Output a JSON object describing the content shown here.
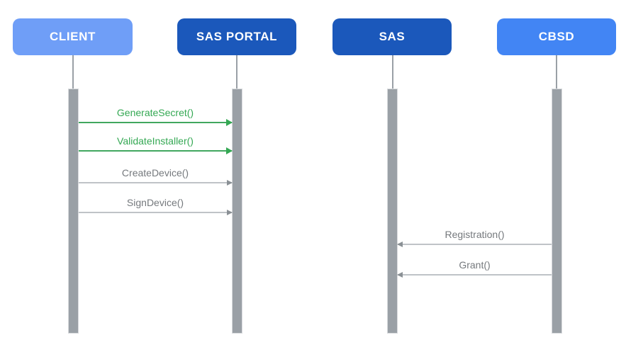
{
  "diagram": {
    "type": "sequence-diagram",
    "background_color": "#ffffff",
    "actors": [
      {
        "label": "CLIENT",
        "color": "#6f9ef7",
        "text_color": "#ffffff"
      },
      {
        "label": "SAS PORTAL",
        "color": "#1b58bb",
        "text_color": "#ffffff"
      },
      {
        "label": "SAS",
        "color": "#1b58bb",
        "text_color": "#ffffff"
      },
      {
        "label": "CBSD",
        "color": "#4285f4",
        "text_color": "#ffffff"
      }
    ],
    "lifeline_color": "#9aa0a6",
    "activation_bar_color": "#9aa0a6",
    "messages": [
      {
        "label": "GenerateSecret()",
        "from": "CLIENT",
        "to": "SAS PORTAL",
        "direction": "right",
        "color": "#34a853"
      },
      {
        "label": "ValidateInstaller()",
        "from": "CLIENT",
        "to": "SAS PORTAL",
        "direction": "right",
        "color": "#34a853"
      },
      {
        "label": "CreateDevice()",
        "from": "CLIENT",
        "to": "SAS PORTAL",
        "direction": "right",
        "color": "#75797d"
      },
      {
        "label": "SignDevice()",
        "from": "CLIENT",
        "to": "SAS PORTAL",
        "direction": "right",
        "color": "#75797d"
      },
      {
        "label": "Registration()",
        "from": "CBSD",
        "to": "SAS",
        "direction": "left",
        "color": "#75797d"
      },
      {
        "label": "Grant()",
        "from": "CBSD",
        "to": "SAS",
        "direction": "left",
        "color": "#75797d"
      }
    ]
  }
}
